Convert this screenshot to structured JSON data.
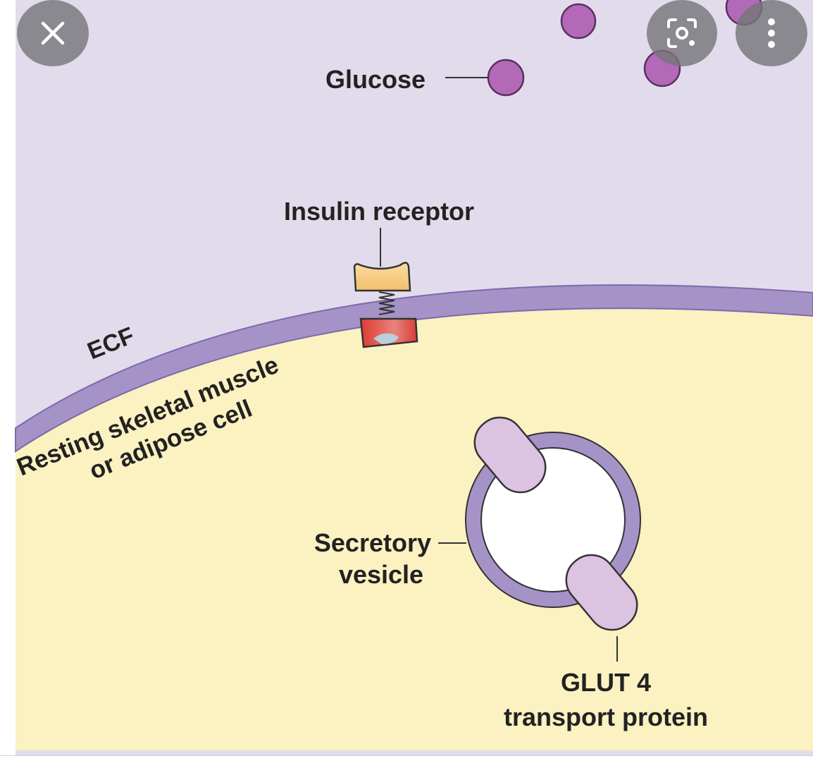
{
  "labels": {
    "glucose": "Glucose",
    "insulin_receptor": "Insulin receptor",
    "ecf": "ECF",
    "cell_line1": "Resting skeletal muscle",
    "cell_line2": "or adipose cell",
    "vesicle_line1": "Secretory",
    "vesicle_line2": "vesicle",
    "glut_line1": "GLUT 4",
    "glut_line2": "transport protein"
  },
  "colors": {
    "ecf_background": "#e2dbeb",
    "cell_cytoplasm": "#fbf1c1",
    "membrane": "#a593c8",
    "membrane_edge": "#7d68ad",
    "glucose": "#b26ab8",
    "glucose_outline": "#5a2f63",
    "glut4": "#dcc3e2",
    "receptor_top": "#f6c97d",
    "receptor_bottom": "#e0473f"
  },
  "icons": {
    "close": "close-icon",
    "lens": "image-search-icon",
    "more": "more-vertical-icon"
  }
}
